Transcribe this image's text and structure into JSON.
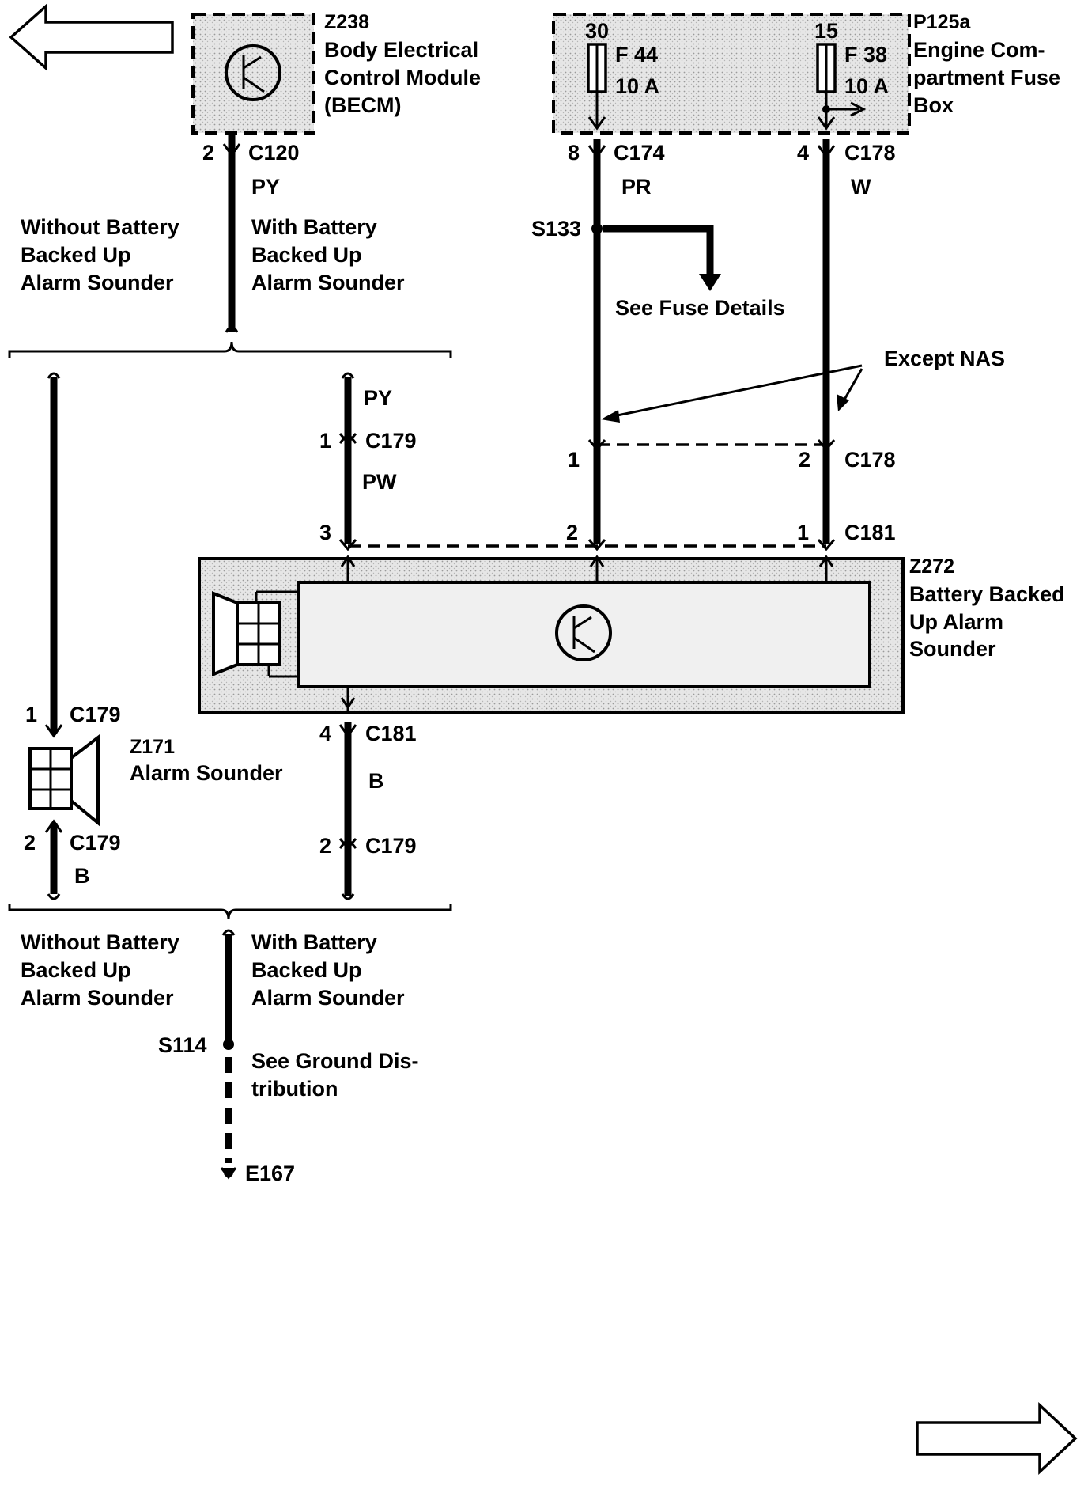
{
  "components": {
    "becm": {
      "id": "Z238",
      "name_lines": [
        "Body Electrical",
        "Control Module",
        "(BECM)"
      ]
    },
    "fuse_box": {
      "id": "P125a",
      "name_lines": [
        "Engine Com-",
        "partment Fuse",
        "Box"
      ]
    },
    "fuse_f44": {
      "terminal": "30",
      "name": "F 44",
      "rating": "10 A"
    },
    "fuse_f38": {
      "terminal": "15",
      "name": "F 38",
      "rating": "10 A"
    },
    "battery_sounder": {
      "id": "Z272",
      "name_lines": [
        "Battery Backed",
        "Up Alarm",
        "Sounder"
      ]
    },
    "alarm_sounder": {
      "id": "Z171",
      "name": "Alarm Sounder"
    }
  },
  "connectors": {
    "c120": {
      "pin": "2",
      "name": "C120"
    },
    "c174": {
      "pin": "8",
      "name": "C174"
    },
    "c178_top": {
      "pin": "4",
      "name": "C178"
    },
    "c179_left_top": {
      "pin": "1",
      "name": "C179"
    },
    "c179_mid": {
      "pin": "1",
      "name": "C179"
    },
    "c178_mid_left_pin": "1",
    "c178_mid_right_pin": "2",
    "c178_mid_name": "C178",
    "c181_pin3": "3",
    "c181_pin2": "2",
    "c181_pin1": "1",
    "c181_name": "C181",
    "c181_bottom": {
      "pin": "4",
      "name": "C181"
    },
    "c179_left_bottom": {
      "pin": "2",
      "name": "C179"
    },
    "c179_bottom": {
      "pin": "2",
      "name": "C179"
    }
  },
  "wire_colors": {
    "py_top": "PY",
    "pr": "PR",
    "w": "W",
    "py_mid": "PY",
    "pw": "PW",
    "b_mid": "B",
    "b_left": "B"
  },
  "splices": {
    "s133": "S133",
    "s114": "S114",
    "e167": "E167"
  },
  "notes": {
    "without_top": [
      "Without Battery",
      "Backed Up",
      "Alarm Sounder"
    ],
    "with_top": [
      "With Battery",
      "Backed Up",
      "Alarm Sounder"
    ],
    "without_bottom": [
      "Without Battery",
      "Backed Up",
      "Alarm Sounder"
    ],
    "with_bottom": [
      "With Battery",
      "Backed Up",
      "Alarm Sounder"
    ],
    "see_fuse": "See Fuse Details",
    "except_nas": "Except NAS",
    "see_ground": [
      "See Ground Dis-",
      "tribution"
    ]
  }
}
